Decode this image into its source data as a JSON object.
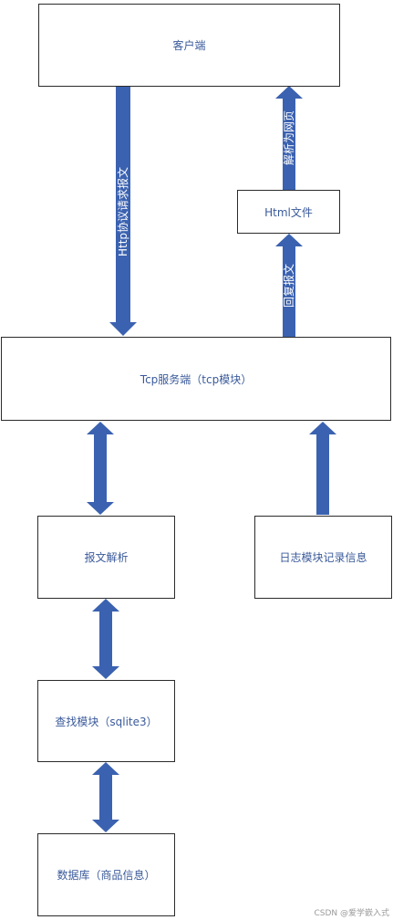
{
  "nodes": {
    "client": "客户端",
    "html_file": "Html文件",
    "tcp_server": "Tcp服务端（tcp模块）",
    "parse": "报文解析",
    "log": "日志模块记录信息",
    "lookup": "查找模块（sqlite3）",
    "db": "数据库（商品信息）"
  },
  "edges": {
    "http_request": "Http协议请求报文",
    "reply": "回复报文",
    "parse_page": "解析为网页"
  },
  "colors": {
    "arrow": "#3b62b0",
    "text": "#3a5a9a",
    "border": "#2b2b2b"
  },
  "watermark": "CSDN @爱学嵌入式"
}
